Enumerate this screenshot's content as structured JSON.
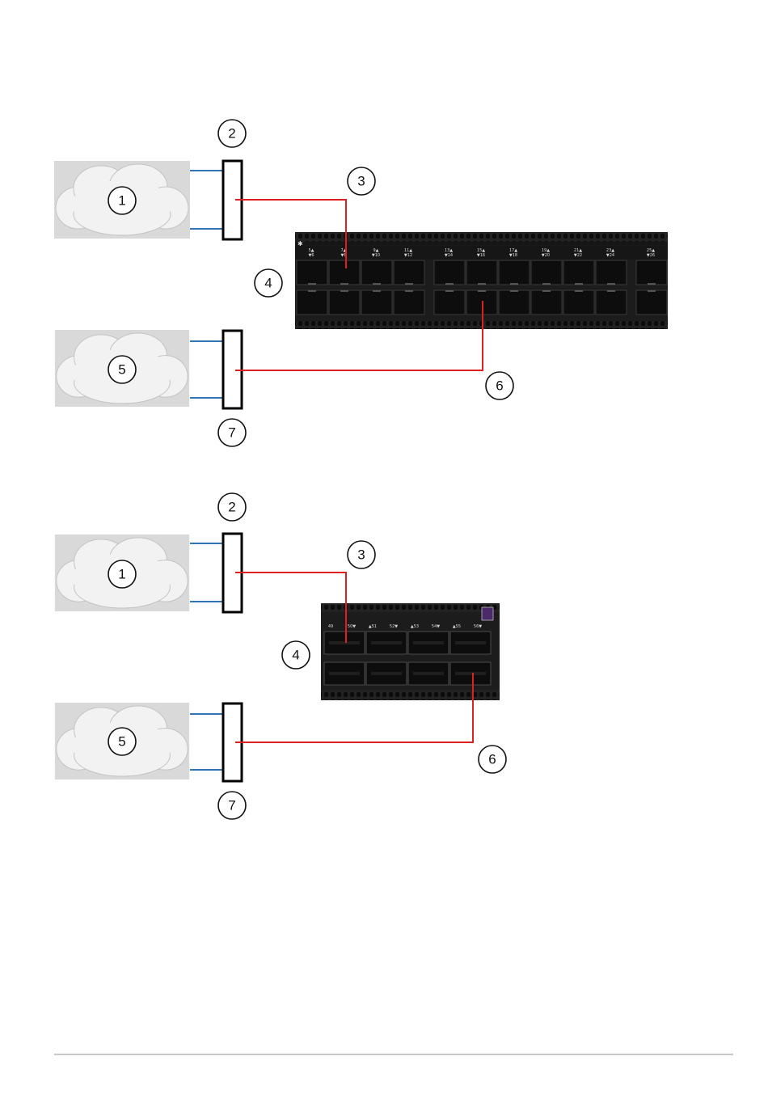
{
  "diagrams": [
    {
      "callouts": [
        "1",
        "2",
        "3",
        "4",
        "5",
        "6",
        "7"
      ],
      "switch_port_labels": [
        [
          "5▲",
          "▼6"
        ],
        [
          "7▲",
          "▼8"
        ],
        [
          "9▲",
          "▼10"
        ],
        [
          "11▲",
          "▼12"
        ],
        [
          "13▲",
          "▼14"
        ],
        [
          "15▲",
          "▼16"
        ],
        [
          "17▲",
          "▼18"
        ],
        [
          "19▲",
          "▼20"
        ],
        [
          "21▲",
          "▼22"
        ],
        [
          "23▲",
          "▼24"
        ],
        [
          "25▲",
          "▼26"
        ]
      ]
    },
    {
      "callouts": [
        "1",
        "2",
        "3",
        "4",
        "5",
        "6",
        "7"
      ],
      "switch_port_labels": [
        "49",
        "50▼",
        "▲51",
        "52▼",
        "▲53",
        "54▼",
        "▲55",
        "56▼"
      ]
    }
  ],
  "colors": {
    "cloud": "#f2f2f2",
    "cloud_background": "#d9d9d9",
    "link_blue": "#2e75b6",
    "cable_red": "#e02020",
    "switch_body": "#1a1a1a"
  }
}
